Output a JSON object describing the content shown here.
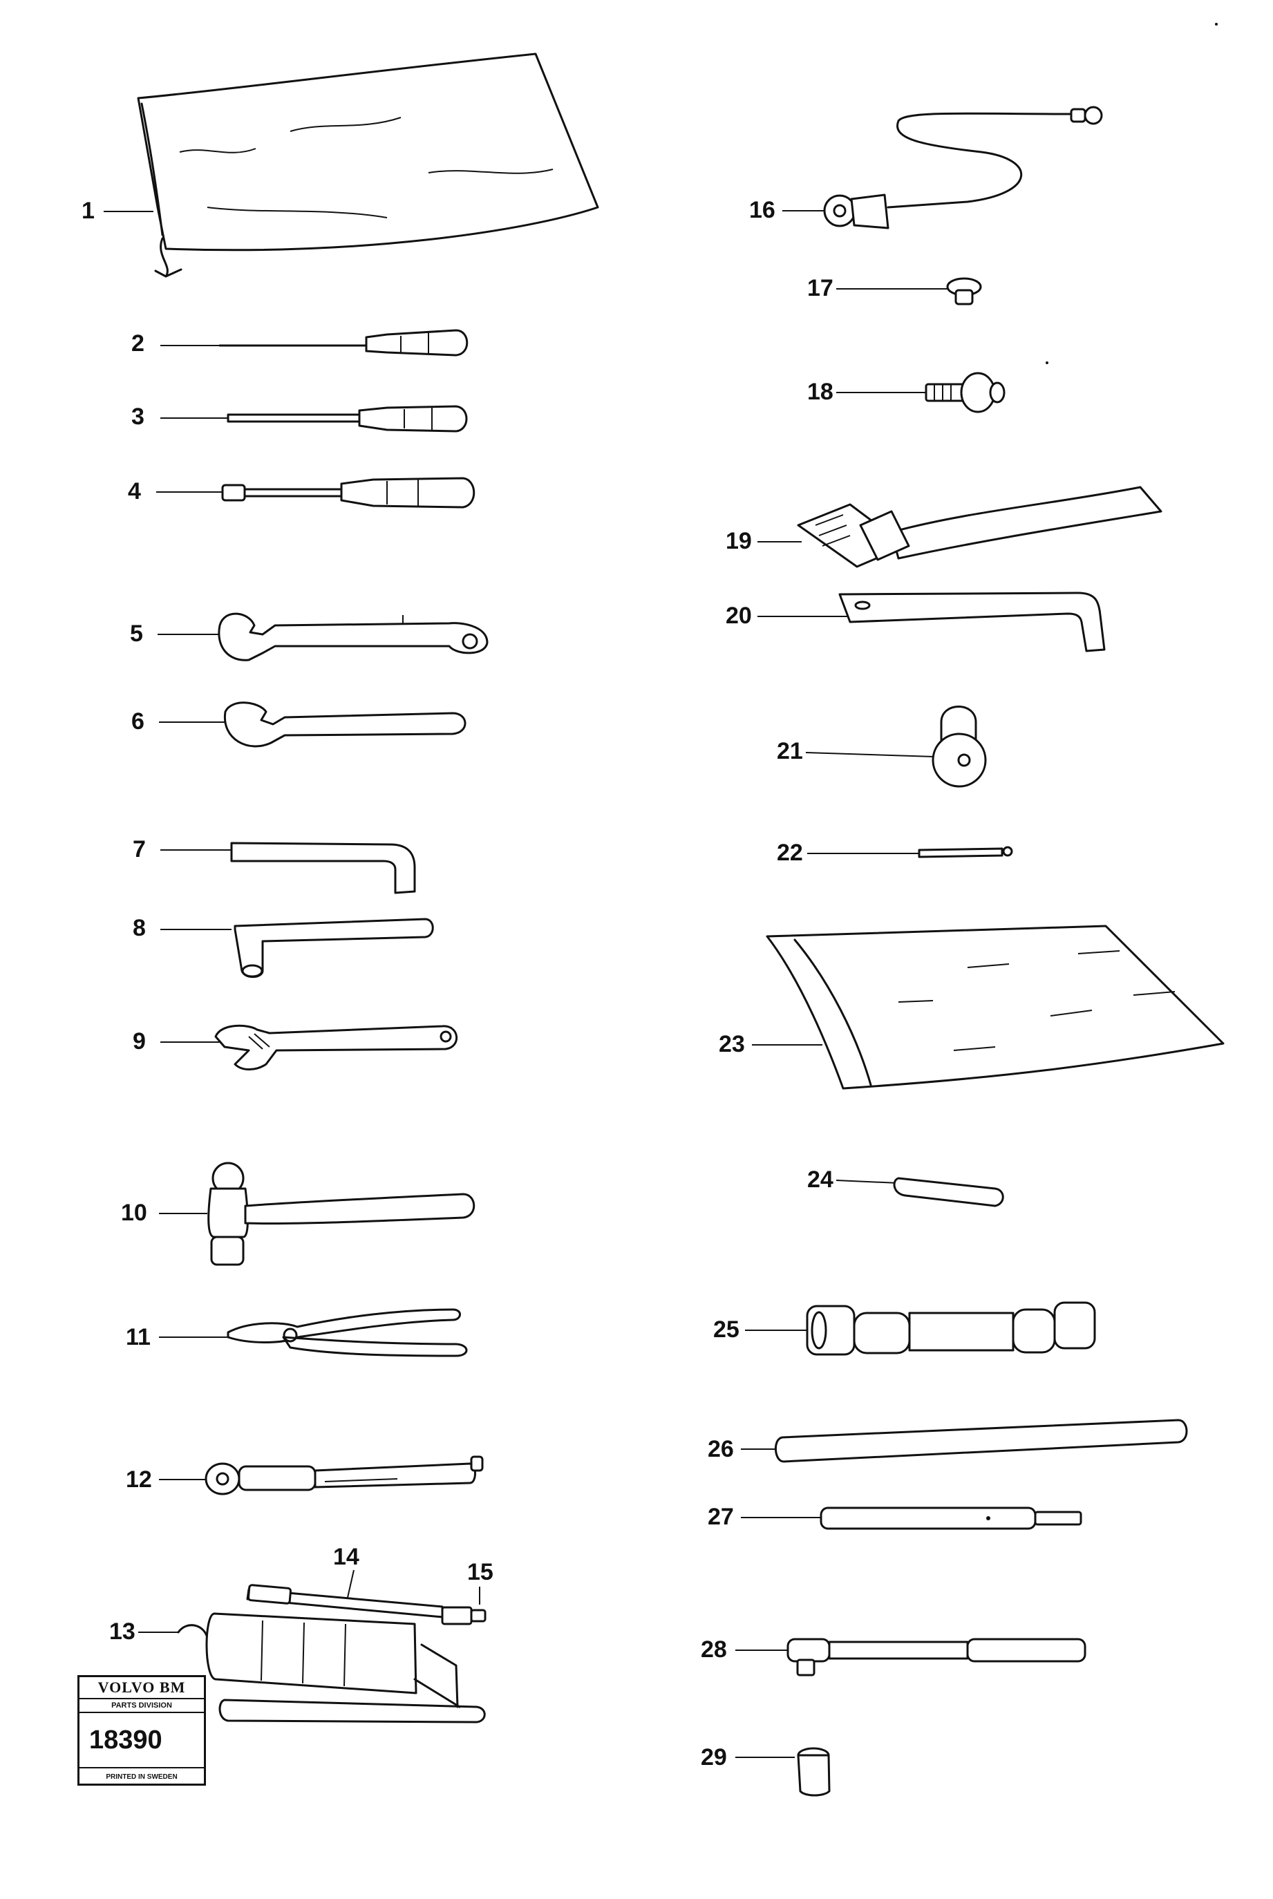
{
  "callouts": {
    "c1": "1",
    "c2": "2",
    "c3": "3",
    "c4": "4",
    "c5": "5",
    "c6": "6",
    "c7": "7",
    "c8": "8",
    "c9": "9",
    "c10": "10",
    "c11": "11",
    "c12": "12",
    "c13": "13",
    "c14": "14",
    "c15": "15",
    "c16": "16",
    "c17": "17",
    "c18": "18",
    "c19": "19",
    "c20": "20",
    "c21": "21",
    "c22": "22",
    "c23": "23",
    "c24": "24",
    "c25": "25",
    "c26": "26",
    "c27": "27",
    "c28": "28",
    "c29": "29"
  },
  "stamp": {
    "brand": "VOLVO BM",
    "division": "PARTS DIVISION",
    "number": "18390",
    "printed": "PRINTED IN SWEDEN"
  }
}
